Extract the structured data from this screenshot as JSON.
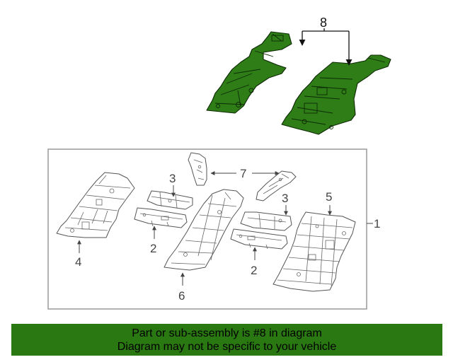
{
  "callouts": {
    "c8": "8",
    "c7": "7",
    "c1": "1",
    "c3a": "3",
    "c3b": "3",
    "c5": "5",
    "c2a": "2",
    "c2b": "2",
    "c4": "4",
    "c6": "6"
  },
  "banner": {
    "line1": "Part or sub-assembly is #8 in diagram",
    "line2": "Diagram may not be specific to your vehicle"
  },
  "colors": {
    "highlight": "#2e7d16",
    "banner_bg": "#2a7812",
    "frame": "#999999"
  }
}
